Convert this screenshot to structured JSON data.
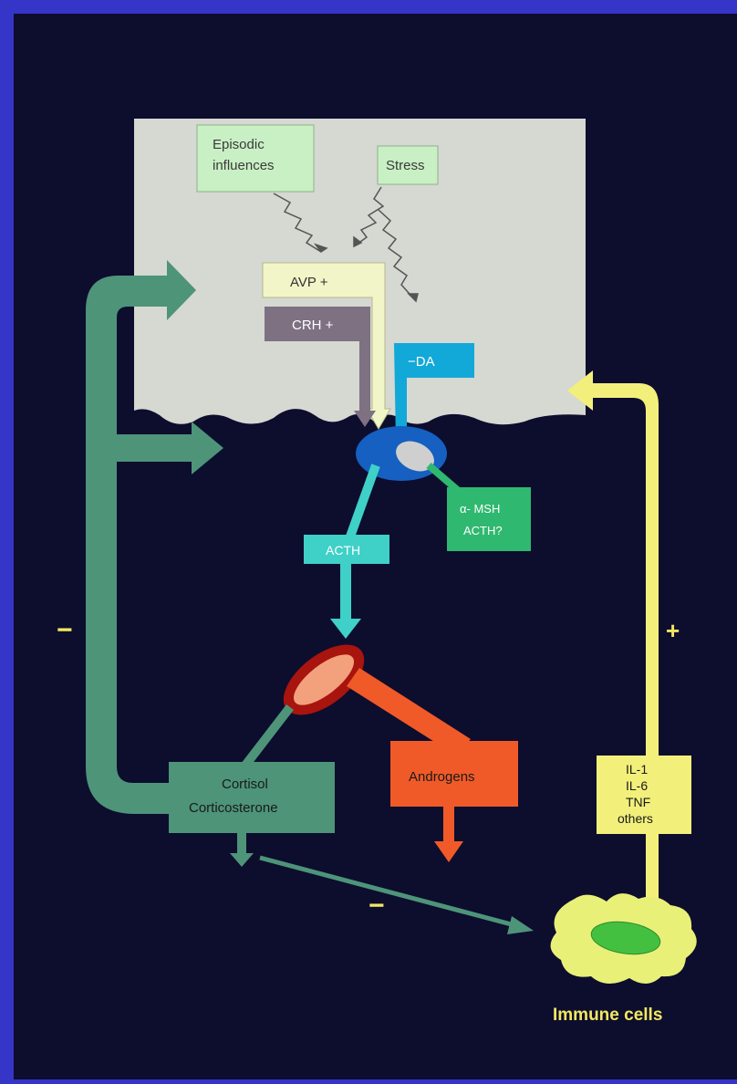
{
  "labels": {
    "episodic_line1": "Episodic",
    "episodic_line2": "influences",
    "stress": "Stress",
    "avp": "AVP +",
    "crh": "CRH +",
    "da": "−DA",
    "msh_line1": "α- MSH",
    "msh_line2": "ACTH?",
    "acth": "ACTH",
    "cortisol_line1": "Cortisol",
    "cortisol_line2": "Corticosterone",
    "androgens": "Androgens",
    "cytokine_line1": "IL-1",
    "cytokine_line2": "IL-6",
    "cytokine_line3": "TNF",
    "cytokine_line4": "others",
    "immune_cells": "Immune cells",
    "minus_left": "−",
    "minus_bottom": "−",
    "plus_right": "+"
  },
  "colors": {
    "frame": "#3535c8",
    "background": "#0d0d2e",
    "brain_region": "#d6d8d2",
    "label_box": "#c9f0c4",
    "avp": "#f2f5c8",
    "crh": "#7d7182",
    "da": "#12a8d8",
    "pituitary": "#1560c0",
    "msh": "#2fb86f",
    "acth": "#3fd0c8",
    "adrenal_outer": "#a8140e",
    "adrenal_inner": "#f3a07c",
    "cortisol": "#4d9479",
    "androgens": "#f05a28",
    "cytokines": "#f2f07a",
    "immune_cell": "#e8f078",
    "nucleus": "#44c040",
    "immune_label": "#f2e860"
  }
}
